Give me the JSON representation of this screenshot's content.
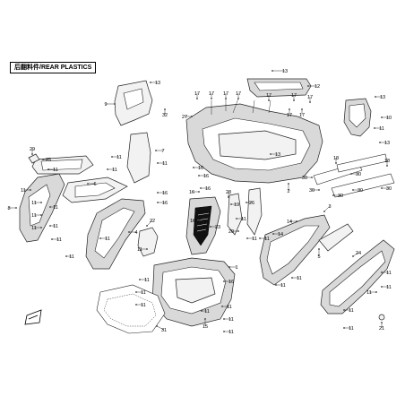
{
  "diagram": {
    "title": "后翻料件/REAR PLASTICS",
    "callouts": [
      {
        "id": "c13a",
        "label": "13"
      },
      {
        "id": "c12",
        "label": "12"
      },
      {
        "id": "c9",
        "label": "9"
      },
      {
        "id": "c13b",
        "label": "13"
      },
      {
        "id": "c32",
        "label": "32"
      },
      {
        "id": "c17a",
        "label": "17"
      },
      {
        "id": "c17b",
        "label": "17"
      },
      {
        "id": "c17c",
        "label": "17"
      },
      {
        "id": "c17d",
        "label": "17"
      },
      {
        "id": "c27",
        "label": "27"
      },
      {
        "id": "c17e",
        "label": "17"
      },
      {
        "id": "c17f",
        "label": "17"
      },
      {
        "id": "c17g",
        "label": "17"
      },
      {
        "id": "c13c",
        "label": "13"
      },
      {
        "id": "c10",
        "label": "10"
      },
      {
        "id": "c11a",
        "label": "11"
      },
      {
        "id": "c13d",
        "label": "13"
      },
      {
        "id": "c29",
        "label": "29"
      },
      {
        "id": "c25",
        "label": "25"
      },
      {
        "id": "c8",
        "label": "8"
      },
      {
        "id": "c6",
        "label": "6"
      },
      {
        "id": "c16a",
        "label": "16"
      },
      {
        "id": "c2",
        "label": "2"
      },
      {
        "id": "c18a",
        "label": "18"
      },
      {
        "id": "c18b",
        "label": "18"
      },
      {
        "id": "c30a",
        "label": "30"
      },
      {
        "id": "c30b",
        "label": "30"
      },
      {
        "id": "c30c",
        "label": "30"
      },
      {
        "id": "c30d",
        "label": "30"
      },
      {
        "id": "c30e",
        "label": "30"
      },
      {
        "id": "c30f",
        "label": "30"
      },
      {
        "id": "c3",
        "label": "3"
      },
      {
        "id": "c28",
        "label": "28"
      },
      {
        "id": "c19",
        "label": "19"
      },
      {
        "id": "c26",
        "label": "26"
      },
      {
        "id": "c23",
        "label": "23"
      },
      {
        "id": "c20",
        "label": "20"
      },
      {
        "id": "c14",
        "label": "14"
      },
      {
        "id": "c22",
        "label": "22"
      },
      {
        "id": "c4",
        "label": "4"
      },
      {
        "id": "c7",
        "label": "7"
      },
      {
        "id": "c5",
        "label": "5"
      },
      {
        "id": "c24",
        "label": "24"
      },
      {
        "id": "c21",
        "label": "21"
      },
      {
        "id": "c15",
        "label": "15"
      },
      {
        "id": "c31",
        "label": "31"
      },
      {
        "id": "c1",
        "label": "1"
      },
      {
        "id": "c11b",
        "label": "11"
      },
      {
        "id": "c11c",
        "label": "11"
      },
      {
        "id": "c11d",
        "label": "11"
      },
      {
        "id": "c11e",
        "label": "11"
      },
      {
        "id": "c11f",
        "label": "11"
      },
      {
        "id": "c11g",
        "label": "11"
      },
      {
        "id": "c11h",
        "label": "11"
      },
      {
        "id": "c11i",
        "label": "11"
      },
      {
        "id": "c11j",
        "label": "11"
      },
      {
        "id": "c11k",
        "label": "11"
      },
      {
        "id": "c11l",
        "label": "11"
      },
      {
        "id": "c11m",
        "label": "11"
      },
      {
        "id": "c11n",
        "label": "11"
      },
      {
        "id": "c11o",
        "label": "11"
      },
      {
        "id": "c11p",
        "label": "11"
      },
      {
        "id": "c11q",
        "label": "11"
      },
      {
        "id": "c11r",
        "label": "11"
      },
      {
        "id": "c11s",
        "label": "11"
      },
      {
        "id": "c11t",
        "label": "11"
      },
      {
        "id": "c11u",
        "label": "11"
      },
      {
        "id": "c11v",
        "label": "11"
      },
      {
        "id": "c11w",
        "label": "11"
      },
      {
        "id": "c11x",
        "label": "11"
      },
      {
        "id": "c11y",
        "label": "11"
      },
      {
        "id": "c11z",
        "label": "11"
      },
      {
        "id": "c11aa",
        "label": "11"
      },
      {
        "id": "c11ab",
        "label": "11"
      },
      {
        "id": "c11ac",
        "label": "11"
      },
      {
        "id": "c11ad",
        "label": "11"
      },
      {
        "id": "c11ae",
        "label": "11"
      },
      {
        "id": "c11af",
        "label": "11"
      },
      {
        "id": "c16b",
        "label": "16"
      },
      {
        "id": "c16c",
        "label": "16"
      },
      {
        "id": "c16d",
        "label": "16"
      },
      {
        "id": "c16e",
        "label": "16"
      },
      {
        "id": "c16f",
        "label": "16"
      },
      {
        "id": "c16g",
        "label": "16"
      },
      {
        "id": "c16h",
        "label": "16"
      },
      {
        "id": "c13e",
        "label": "13"
      },
      {
        "id": "c14b",
        "label": "14"
      },
      {
        "id": "c17h",
        "label": "17"
      },
      {
        "id": "c17i",
        "label": "17"
      }
    ]
  }
}
